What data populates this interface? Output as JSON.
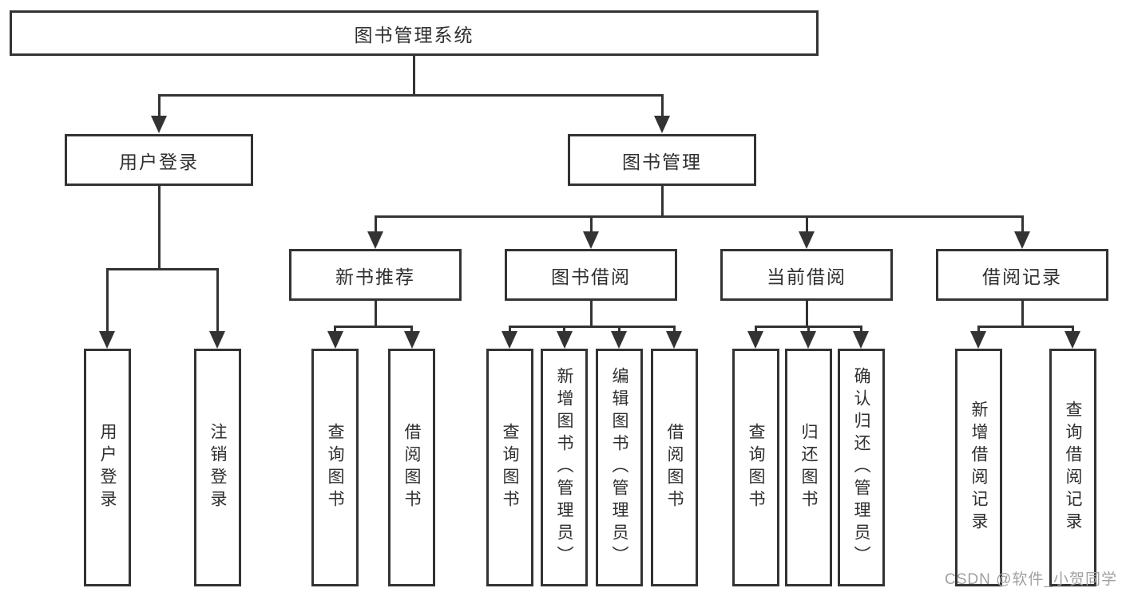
{
  "diagram": {
    "nodes": {
      "root": "图书管理系统",
      "login": "用户登录",
      "manage": "图书管理",
      "recommend": "新书推荐",
      "borrow": "图书借阅",
      "current": "当前借阅",
      "records": "借阅记录",
      "leaves": {
        "login": [
          "用户登录",
          "注销登录"
        ],
        "recommend": [
          "查询图书",
          "借阅图书"
        ],
        "borrow": [
          "查询图书",
          "新增图书（管理员）",
          "编辑图书（管理员）",
          "借阅图书"
        ],
        "current": [
          "查询图书",
          "归还图书",
          "确认归还（管理员）"
        ],
        "records": [
          "新增借阅记录",
          "查询借阅记录"
        ]
      }
    },
    "watermark": "CSDN @软件_小贺同学",
    "colors": {
      "line": "#333333",
      "box_border": "#333333",
      "text": "#2f2f2f",
      "watermark": "#a0a0a0",
      "background": "#ffffff"
    }
  }
}
